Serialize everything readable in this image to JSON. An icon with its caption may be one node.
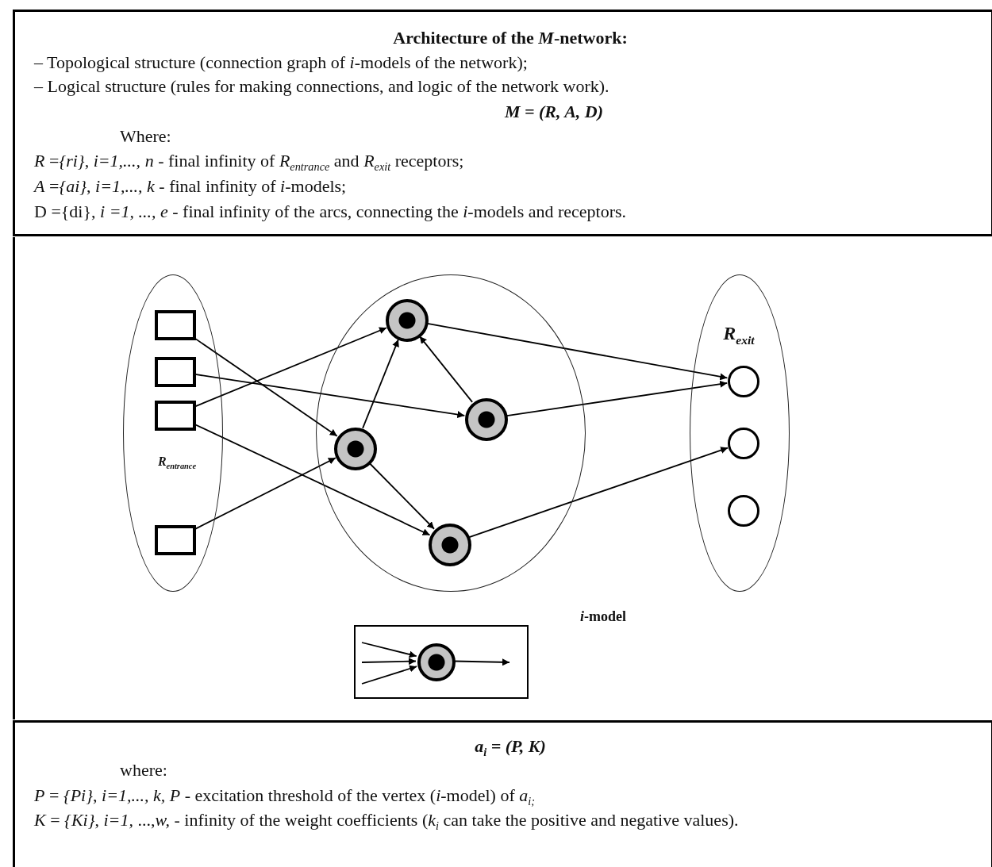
{
  "diagram": {
    "nodes": [
      {
        "text": [
          "Architecture of the *M*-network:",
          "– Topological structure (connection graph of *i*-models of the network);",
          "– Logical structure (rules for making connections, and logic of the network work).",
          "M = (R, A, D)",
          "Where:",
          "*R* =*{ri}*, *i=1,...,* *n* - final infinity of *R*$_{entrance}$ and *R*$_{exit}$ receptors;",
          "*A* =*{ai}*, *i=1,...,* *k* - final infinity of *i*-models;",
          "D ={di}, *i =1, ..., e* - final infinity of the arcs, connecting the *i*-models and receptors."
        ]
      },
      {
        "text": [
          "R$_{entrance}$"
        ]
      },
      {
        "text": [],
        "shape": "box",
        "in": 1
      },
      {
        "text": [],
        "shape": "box",
        "in": 1
      },
      {
        "text": [],
        "shape": "box",
        "in": 1
      },
      {
        "text": [],
        "shape": "box",
        "in": 1
      },
      {
        "text": [],
        "shape": "circle"
      },
      {
        "text": [],
        "shape": "circle",
        "in": 6
      },
      {
        "text": [],
        "shape": "circle",
        "in": 6
      },
      {
        "text": [],
        "shape": "circle",
        "in": 6
      },
      {
        "text": [],
        "shape": "circle",
        "in": 6
      },
      {
        "text": [
          "R$_{exit}$"
        ]
      },
      {
        "text": [],
        "shape": "circle",
        "in": 11
      },
      {
        "text": [],
        "shape": "circle",
        "in": 11
      },
      {
        "text": [],
        "shape": "circle",
        "in": 11
      },
      {
        "text": [],
        "shape": "box",
        "beside": [
          "*i*-model"
        ]
      },
      {
        "text": [],
        "shape": "circle",
        "in": 15
      },
      {
        "text": [
          "a$_{i}$ = (P, K)",
          "where:",
          "*P* = *{Pi}*, *i=1,...,* *k, P* - excitation threshold of the vertex (*i*-model) of *a*$_{i;}$",
          "*K* = *{Ki}*, *i=1,* ...,*w,* - infinity of the weight coefficients (*k*$_{i}$ can take the positive and negative values)."
        ]
      }
    ],
    "edges": [
      {
        "from": 2,
        "to": 9,
        "arrow": "to"
      },
      {
        "from": 3,
        "to": 8,
        "arrow": "to"
      },
      {
        "from": 4,
        "to": 7,
        "arrow": "to"
      },
      {
        "from": 4,
        "to": 10,
        "arrow": "to"
      },
      {
        "from": 5,
        "to": 9,
        "arrow": "to"
      },
      {
        "from": 9,
        "to": 7,
        "arrow": "to"
      },
      {
        "from": 8,
        "to": 7,
        "arrow": "to"
      },
      {
        "from": 9,
        "to": 10,
        "arrow": "to"
      },
      {
        "from": 7,
        "to": 12,
        "arrow": "to"
      },
      {
        "from": 8,
        "to": 12,
        "arrow": "to"
      },
      {
        "from": 10,
        "to": 13,
        "arrow": "to"
      },
      {
        "from": null,
        "to": 16,
        "arrow": "to"
      },
      {
        "from": null,
        "to": 16,
        "arrow": "to"
      },
      {
        "from": null,
        "to": 16,
        "arrow": "to"
      },
      {
        "from": 16,
        "to": null,
        "arrow": "to"
      }
    ]
  }
}
